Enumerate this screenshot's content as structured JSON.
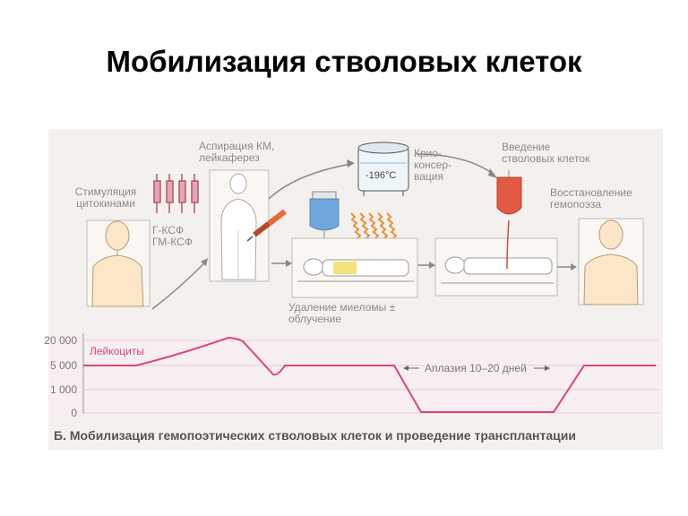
{
  "slide": {
    "title": "Мобилизация стволовых клеток"
  },
  "labels": {
    "stimulation": [
      "Стимуляция",
      "цитокинами"
    ],
    "drugs": [
      "Г-КСФ",
      "ГМ-КСФ"
    ],
    "aspiration": [
      "Аспирация КМ,",
      "лейкаферез"
    ],
    "cryo": [
      "Крио-",
      "консер-",
      "вация"
    ],
    "temperature": "-196°С",
    "infusion": [
      "Введение",
      "стволовых клеток"
    ],
    "recovery": [
      "Восстановление",
      "гемопоэза"
    ],
    "removal": [
      "Удаление миеломы ±",
      "облучение"
    ]
  },
  "chart": {
    "series_label": "Лейкоциты",
    "aplasia_label": "Аплазия 10–20 дней",
    "y_ticks": [
      "20 000",
      "5 000",
      "1 000",
      "0"
    ]
  },
  "caption": "Б. Мобилизация гемопоэтических стволовых клеток и проведение трансплантации",
  "colors": {
    "curve": "#d9457a",
    "accent": "#e86a3a",
    "panel": "#f4f0ed",
    "chart_bg": "#f7eef0"
  }
}
